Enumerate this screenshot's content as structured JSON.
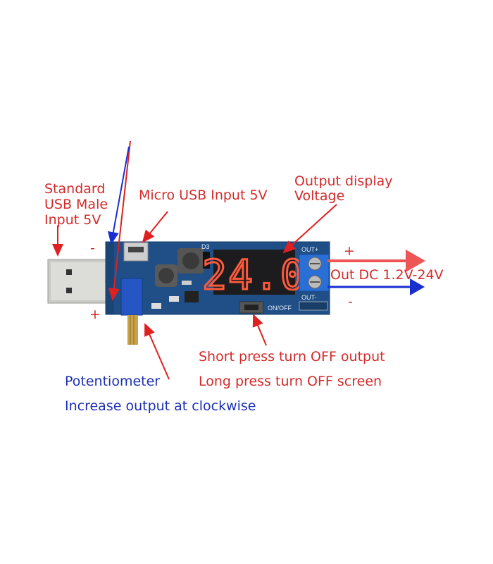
{
  "labels": {
    "usb_male": [
      "Standard",
      "USB Male",
      "Input 5V"
    ],
    "micro_usb": "Micro USB Input 5V",
    "output_display": [
      "Output display",
      "Voltage"
    ],
    "out_plus": "+",
    "out_minus": "-",
    "out_range": "Out DC 1.2V-24V",
    "in_minus": "-",
    "in_plus": "+",
    "short_press": "Short press turn OFF output",
    "long_press": "Long press turn OFF screen",
    "potentiometer": "Potentiometer",
    "clockwise": "Increase output at clockwise"
  },
  "board": {
    "display_value": "24.0",
    "silkscreen": {
      "out_plus": "OUT+",
      "out_minus": "OUT-",
      "on_off": "ON/OFF",
      "d3": "D3"
    }
  },
  "colors": {
    "red_label": "#d42a2a",
    "blue_label": "#1a2fb5",
    "pcb": "#1f4f86",
    "display_segment": "#ff5a3c",
    "terminal": "#2a6fd6"
  }
}
